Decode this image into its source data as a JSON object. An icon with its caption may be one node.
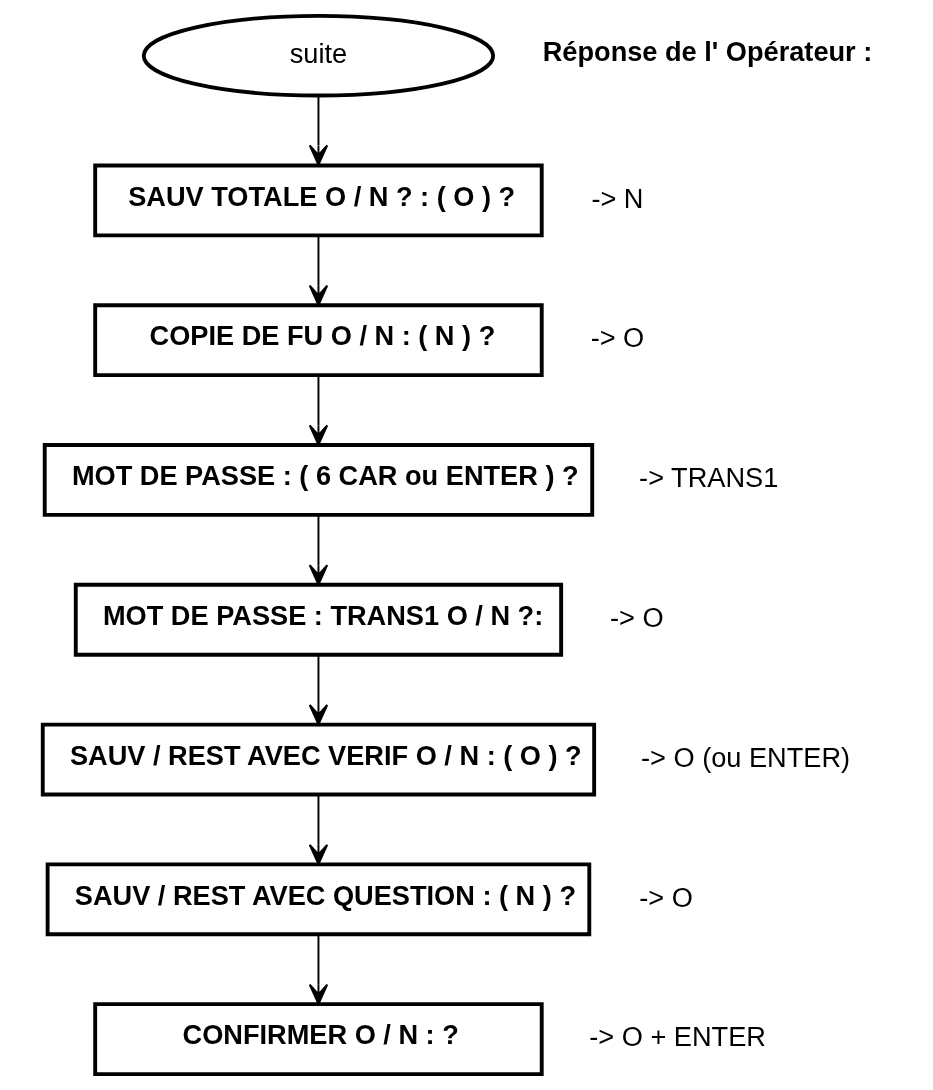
{
  "diagram": {
    "nodes": [
      {
        "text": [
          "suite"
        ]
      },
      {
        "text": [
          "SAUV TOTALE O / N ? : ( O ) ?"
        ],
        "beside": [
          "-> N"
        ]
      },
      {
        "text": [
          "COPIE DE FU O / N : ( N ) ?"
        ],
        "beside": [
          "-> O"
        ]
      },
      {
        "text": [
          "MOT DE PASSE : ( 6 CAR ou ENTER ) ?"
        ],
        "beside": [
          "-> TRANS1"
        ]
      },
      {
        "text": [
          "MOT DE PASSE : TRANS1 O / N ?:"
        ],
        "beside": [
          "-> O"
        ]
      },
      {
        "text": [
          "SAUV / REST AVEC VERIF O / N : ( O ) ?"
        ],
        "beside": [
          "-> O (ou ENTER)"
        ]
      },
      {
        "text": [
          "SAUV / REST AVEC QUESTION : ( N ) ?"
        ],
        "beside": [
          "-> O"
        ]
      },
      {
        "text": [
          "CONFIRMER O / N : ?"
        ],
        "beside": [
          "-> O + ENTER"
        ]
      }
    ],
    "edges": [
      {
        "from": 0,
        "to": 1,
        "arrow": "to"
      },
      {
        "from": 1,
        "to": 2,
        "arrow": "to"
      },
      {
        "from": 2,
        "to": 3,
        "arrow": "to"
      },
      {
        "from": 3,
        "to": 4,
        "arrow": "to"
      },
      {
        "from": 4,
        "to": 5,
        "arrow": "to"
      },
      {
        "from": 5,
        "to": 6,
        "arrow": "to"
      },
      {
        "from": 6,
        "to": 7,
        "arrow": "to"
      }
    ],
    "labels": [
      "Réponse de l' Opérateur :"
    ]
  }
}
